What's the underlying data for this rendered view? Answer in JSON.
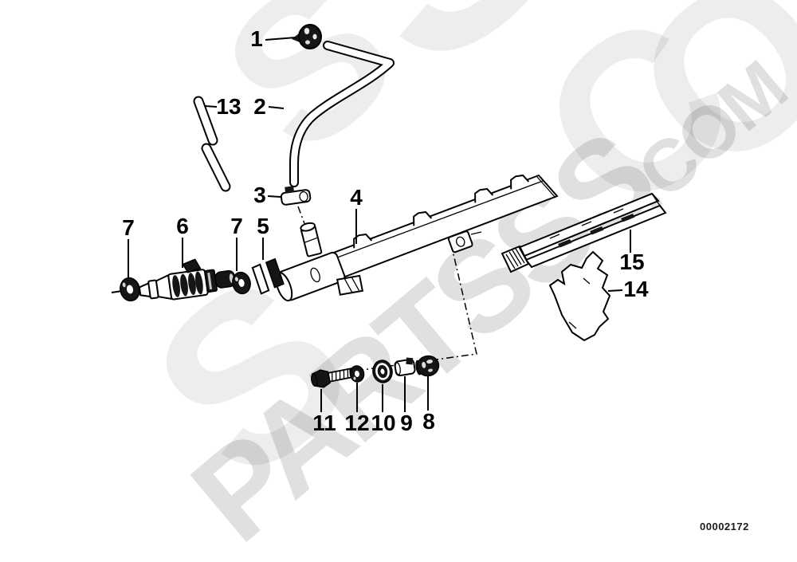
{
  "watermark": {
    "brand": "PARTSSS",
    "tld": ".COM",
    "bg_glyphs": [
      "S",
      "S",
      "C",
      "O",
      "S"
    ]
  },
  "callouts": {
    "c1": "1",
    "c2": "2",
    "c3": "3",
    "c4": "4",
    "c5": "5",
    "c6": "6",
    "c7": "7",
    "c8": "8",
    "c9": "9",
    "c10": "10",
    "c11": "11",
    "c12": "12",
    "c13": "13",
    "c14": "14",
    "c15": "15"
  },
  "footer": {
    "doc_number": "00002172"
  }
}
